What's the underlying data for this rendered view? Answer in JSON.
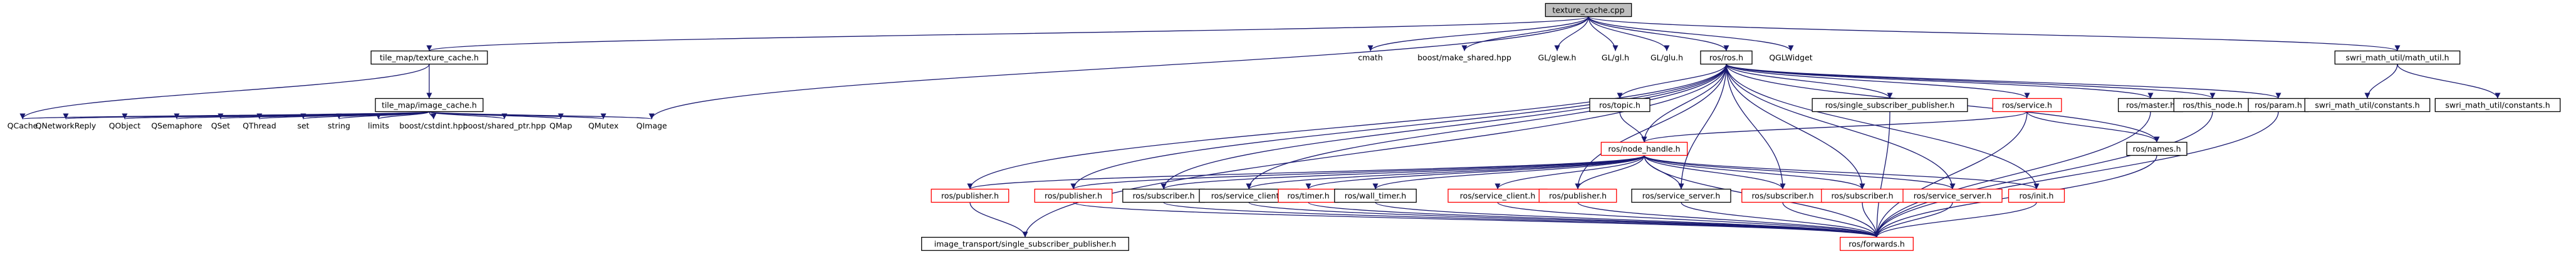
{
  "graph": {
    "nodes": [
      {
        "id": "root",
        "label": "texture_cache.cpp",
        "style": "root"
      },
      {
        "id": "tile_tex",
        "label": "tile_map/texture_cache.h",
        "style": "box"
      },
      {
        "id": "cmath",
        "label": "cmath",
        "style": "plain"
      },
      {
        "id": "make_shared",
        "label": "boost/make_shared.hpp",
        "style": "plain"
      },
      {
        "id": "glew",
        "label": "GL/glew.h",
        "style": "plain"
      },
      {
        "id": "gl",
        "label": "GL/gl.h",
        "style": "plain"
      },
      {
        "id": "glu",
        "label": "GL/glu.h",
        "style": "plain"
      },
      {
        "id": "ros_ros",
        "label": "ros/ros.h",
        "style": "box"
      },
      {
        "id": "qglwidget",
        "label": "QGLWidget",
        "style": "plain"
      },
      {
        "id": "math_util",
        "label": "swri_math_util/math_util.h",
        "style": "box"
      },
      {
        "id": "tile_img",
        "label": "tile_map/image_cache.h",
        "style": "box"
      },
      {
        "id": "qcache",
        "label": "QCache",
        "style": "plain"
      },
      {
        "id": "qnetreply",
        "label": "QNetworkReply",
        "style": "plain"
      },
      {
        "id": "qobject",
        "label": "QObject",
        "style": "plain"
      },
      {
        "id": "qsemaphore",
        "label": "QSemaphore",
        "style": "plain"
      },
      {
        "id": "qset",
        "label": "QSet",
        "style": "plain"
      },
      {
        "id": "qthread",
        "label": "QThread",
        "style": "plain"
      },
      {
        "id": "set",
        "label": "set",
        "style": "plain"
      },
      {
        "id": "string",
        "label": "string",
        "style": "plain"
      },
      {
        "id": "limits",
        "label": "limits",
        "style": "plain"
      },
      {
        "id": "cstdint",
        "label": "boost/cstdint.hpp",
        "style": "plain"
      },
      {
        "id": "shared_ptr",
        "label": "boost/shared_ptr.hpp",
        "style": "plain"
      },
      {
        "id": "qmap",
        "label": "QMap",
        "style": "plain"
      },
      {
        "id": "qmutex",
        "label": "QMutex",
        "style": "plain"
      },
      {
        "id": "qimage",
        "label": "QImage",
        "style": "plain"
      },
      {
        "id": "ros_topic",
        "label": "ros/topic.h",
        "style": "box"
      },
      {
        "id": "single_sub_pub",
        "label": "ros/single_subscriber_publisher.h",
        "style": "box"
      },
      {
        "id": "ros_service",
        "label": "ros/service.h",
        "style": "missing"
      },
      {
        "id": "ros_master",
        "label": "ros/master.h",
        "style": "box"
      },
      {
        "id": "this_node",
        "label": "ros/this_node.h",
        "style": "box"
      },
      {
        "id": "ros_param",
        "label": "ros/param.h",
        "style": "box"
      },
      {
        "id": "constants1",
        "label": "swri_math_util/constants.h",
        "style": "box"
      },
      {
        "id": "constants2",
        "label": "swri_math_util/constants.h",
        "style": "box"
      },
      {
        "id": "node_handle",
        "label": "ros/node_handle.h",
        "style": "missing"
      },
      {
        "id": "ros_names",
        "label": "ros/names.h",
        "style": "box"
      },
      {
        "id": "publisher1",
        "label": "ros/publisher.h",
        "style": "missing"
      },
      {
        "id": "publisher2",
        "label": "ros/publisher.h",
        "style": "missing"
      },
      {
        "id": "subscriber1",
        "label": "ros/subscriber.h",
        "style": "box"
      },
      {
        "id": "service_client1",
        "label": "ros/service_client.h",
        "style": "box"
      },
      {
        "id": "timer",
        "label": "ros/timer.h",
        "style": "missing"
      },
      {
        "id": "wall_timer",
        "label": "ros/wall_timer.h",
        "style": "box"
      },
      {
        "id": "service_client2",
        "label": "ros/service_client.h",
        "style": "missing"
      },
      {
        "id": "publisher3",
        "label": "ros/publisher.h",
        "style": "missing"
      },
      {
        "id": "service_server1",
        "label": "ros/service_server.h",
        "style": "box"
      },
      {
        "id": "subscriber2",
        "label": "ros/subscriber.h",
        "style": "missing"
      },
      {
        "id": "subscriber3",
        "label": "ros/subscriber.h",
        "style": "missing"
      },
      {
        "id": "service_server2",
        "label": "ros/service_server.h",
        "style": "missing"
      },
      {
        "id": "ros_init",
        "label": "ros/init.h",
        "style": "missing"
      },
      {
        "id": "img_transport",
        "label": "image_transport/single_subscriber_publisher.h",
        "style": "box"
      },
      {
        "id": "forwards",
        "label": "ros/forwards.h",
        "style": "missing"
      }
    ],
    "edges": [
      [
        "root",
        "tile_tex"
      ],
      [
        "root",
        "cmath"
      ],
      [
        "root",
        "make_shared"
      ],
      [
        "root",
        "glew"
      ],
      [
        "root",
        "gl"
      ],
      [
        "root",
        "glu"
      ],
      [
        "root",
        "ros_ros"
      ],
      [
        "root",
        "qglwidget"
      ],
      [
        "root",
        "math_util"
      ],
      [
        "root",
        "qimage"
      ],
      [
        "tile_tex",
        "tile_img"
      ],
      [
        "tile_tex",
        "qcache"
      ],
      [
        "tile_img",
        "qcache"
      ],
      [
        "tile_img",
        "qnetreply"
      ],
      [
        "tile_img",
        "qobject"
      ],
      [
        "tile_img",
        "qsemaphore"
      ],
      [
        "tile_img",
        "qset"
      ],
      [
        "tile_img",
        "qthread"
      ],
      [
        "tile_img",
        "set"
      ],
      [
        "tile_img",
        "string"
      ],
      [
        "tile_img",
        "limits"
      ],
      [
        "tile_img",
        "cstdint"
      ],
      [
        "tile_img",
        "shared_ptr"
      ],
      [
        "tile_img",
        "qmap"
      ],
      [
        "tile_img",
        "qmutex"
      ],
      [
        "tile_img",
        "qimage"
      ],
      [
        "math_util",
        "constants1"
      ],
      [
        "math_util",
        "constants2"
      ],
      [
        "ros_ros",
        "ros_topic"
      ],
      [
        "ros_ros",
        "single_sub_pub"
      ],
      [
        "ros_ros",
        "ros_service"
      ],
      [
        "ros_ros",
        "ros_master"
      ],
      [
        "ros_ros",
        "this_node"
      ],
      [
        "ros_ros",
        "ros_param"
      ],
      [
        "ros_ros",
        "node_handle"
      ],
      [
        "ros_ros",
        "ros_names"
      ],
      [
        "ros_ros",
        "publisher1"
      ],
      [
        "ros_ros",
        "publisher2"
      ],
      [
        "ros_ros",
        "subscriber1"
      ],
      [
        "ros_ros",
        "service_client1"
      ],
      [
        "ros_ros",
        "publisher3"
      ],
      [
        "ros_ros",
        "service_server1"
      ],
      [
        "ros_ros",
        "subscriber2"
      ],
      [
        "ros_ros",
        "subscriber3"
      ],
      [
        "ros_ros",
        "service_server2"
      ],
      [
        "ros_ros",
        "ros_init"
      ],
      [
        "ros_ros",
        "img_transport"
      ],
      [
        "ros_topic",
        "node_handle"
      ],
      [
        "single_sub_pub",
        "forwards"
      ],
      [
        "ros_service",
        "node_handle"
      ],
      [
        "ros_service",
        "ros_names"
      ],
      [
        "ros_service",
        "forwards"
      ],
      [
        "ros_master",
        "forwards"
      ],
      [
        "this_node",
        "forwards"
      ],
      [
        "ros_param",
        "forwards"
      ],
      [
        "ros_names",
        "forwards"
      ],
      [
        "node_handle",
        "publisher1"
      ],
      [
        "node_handle",
        "publisher2"
      ],
      [
        "node_handle",
        "subscriber1"
      ],
      [
        "node_handle",
        "service_client1"
      ],
      [
        "node_handle",
        "timer"
      ],
      [
        "node_handle",
        "wall_timer"
      ],
      [
        "node_handle",
        "service_client2"
      ],
      [
        "node_handle",
        "publisher3"
      ],
      [
        "node_handle",
        "service_server1"
      ],
      [
        "node_handle",
        "subscriber2"
      ],
      [
        "node_handle",
        "subscriber3"
      ],
      [
        "node_handle",
        "service_server2"
      ],
      [
        "node_handle",
        "ros_init"
      ],
      [
        "node_handle",
        "forwards"
      ],
      [
        "publisher1",
        "img_transport"
      ],
      [
        "publisher2",
        "forwards"
      ],
      [
        "subscriber1",
        "forwards"
      ],
      [
        "service_client1",
        "forwards"
      ],
      [
        "timer",
        "forwards"
      ],
      [
        "wall_timer",
        "forwards"
      ],
      [
        "service_client2",
        "forwards"
      ],
      [
        "publisher3",
        "forwards"
      ],
      [
        "service_server1",
        "forwards"
      ],
      [
        "subscriber2",
        "forwards"
      ],
      [
        "subscriber3",
        "forwards"
      ],
      [
        "service_server2",
        "forwards"
      ],
      [
        "ros_init",
        "forwards"
      ]
    ]
  }
}
